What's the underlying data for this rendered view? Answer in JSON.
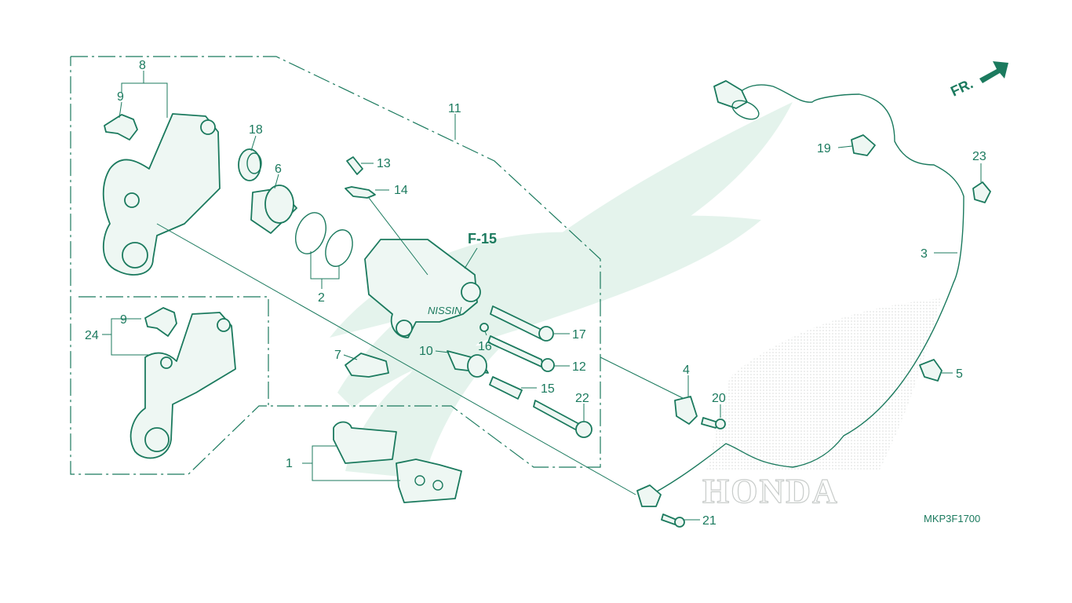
{
  "diagram": {
    "code": "MKP3F1700",
    "ref_label": "F-15",
    "direction_label": "FR.",
    "brand_watermark": "HONDA",
    "callouts": [
      "8",
      "9",
      "18",
      "6",
      "11",
      "13",
      "14",
      "2",
      "7",
      "10",
      "16",
      "17",
      "12",
      "15",
      "22",
      "1",
      "24",
      "9",
      "4",
      "20",
      "21",
      "19",
      "23",
      "3",
      "5"
    ],
    "colors": {
      "line": "#1b7a5e",
      "watermark": "#e4f3ec",
      "fill": "#eef7f3"
    }
  }
}
